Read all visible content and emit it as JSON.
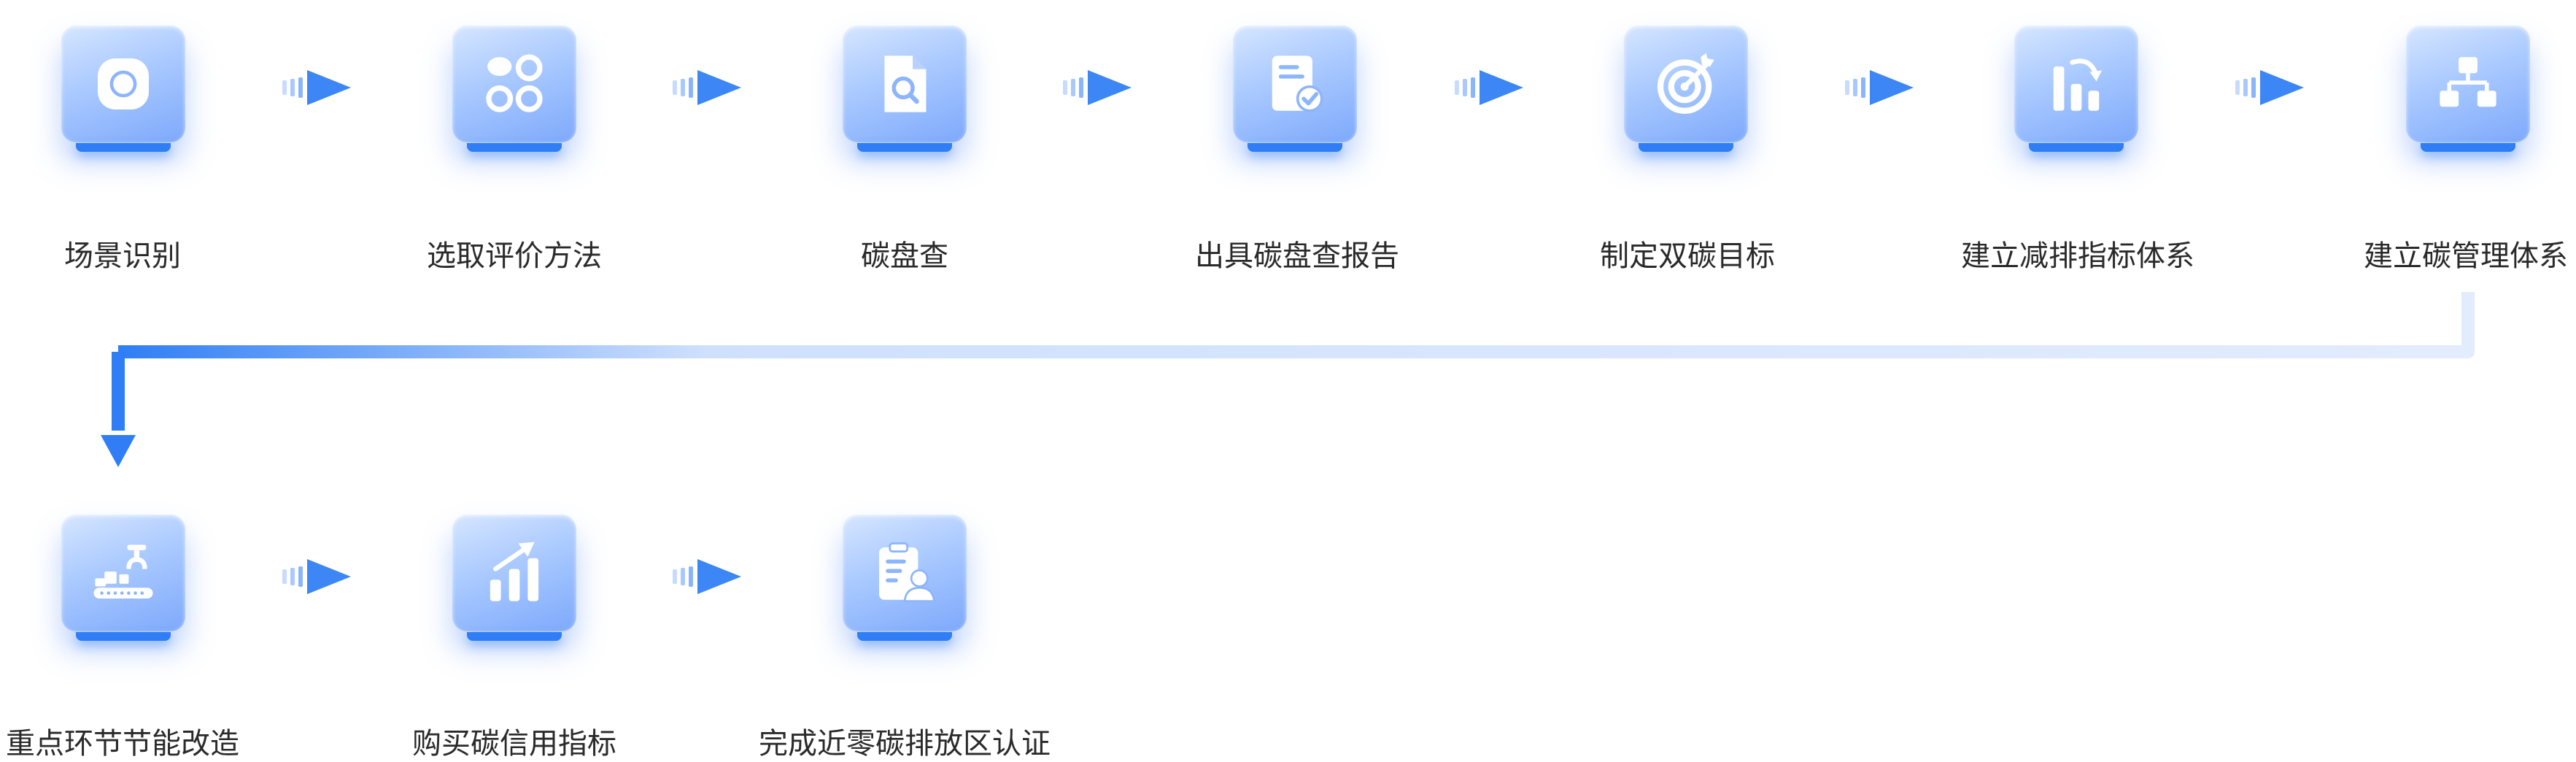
{
  "steps_row1": [
    {
      "label": "场景识别",
      "icon": "scan-icon"
    },
    {
      "label": "选取评价方法",
      "icon": "grid-circles-icon"
    },
    {
      "label": "碳盘查",
      "icon": "document-search-icon"
    },
    {
      "label": "出具碳盘查报告",
      "icon": "report-check-icon"
    },
    {
      "label": "制定双碳目标",
      "icon": "target-icon"
    },
    {
      "label": "建立减排指标体系",
      "icon": "bar-chart-down-icon"
    },
    {
      "label": "建立碳管理体系",
      "icon": "org-chart-icon"
    }
  ],
  "steps_row2": [
    {
      "label": "重点环节节能改造",
      "icon": "robotic-arm-icon"
    },
    {
      "label": "购买碳信用指标",
      "icon": "bar-chart-up-icon"
    },
    {
      "label": "完成近零碳排放区认证",
      "icon": "clipboard-user-icon"
    }
  ],
  "colors": {
    "accent": "#2f7ef5",
    "tile_light": "#d6e6ff",
    "tile_dark": "#7ea9fb",
    "text": "#2a2a2a"
  }
}
